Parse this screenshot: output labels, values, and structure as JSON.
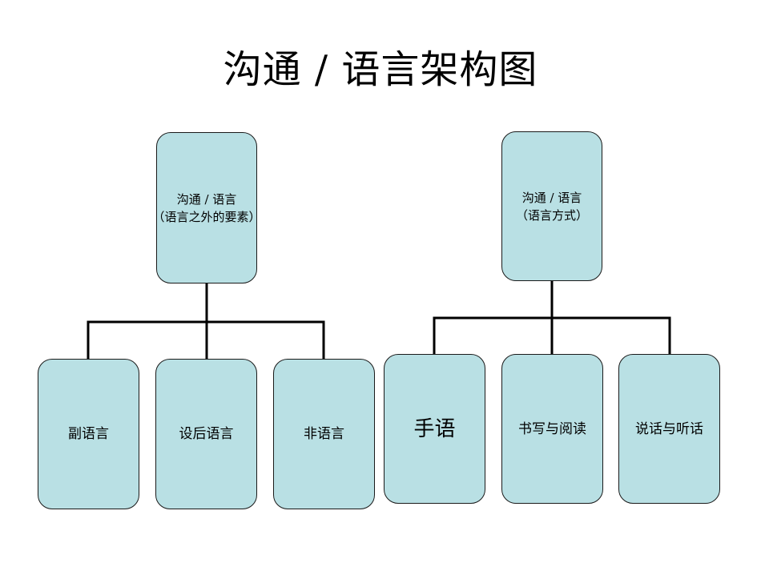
{
  "title": "沟通 / 语言架构图",
  "colors": {
    "node_fill": "#b9e0e4",
    "node_border": "#1a1a1a",
    "connector": "#000000"
  },
  "trees": [
    {
      "root": {
        "lines": [
          "沟通 / 语言",
          "（语言之外的要素）"
        ]
      },
      "children": [
        {
          "label": "副语言"
        },
        {
          "label": "设后语言"
        },
        {
          "label": "非语言"
        }
      ]
    },
    {
      "root": {
        "lines": [
          "沟通 / 语言",
          "（语言方式）"
        ]
      },
      "children": [
        {
          "label": "手语"
        },
        {
          "label": "书写与阅读"
        },
        {
          "label": "说话与听话"
        }
      ]
    }
  ]
}
